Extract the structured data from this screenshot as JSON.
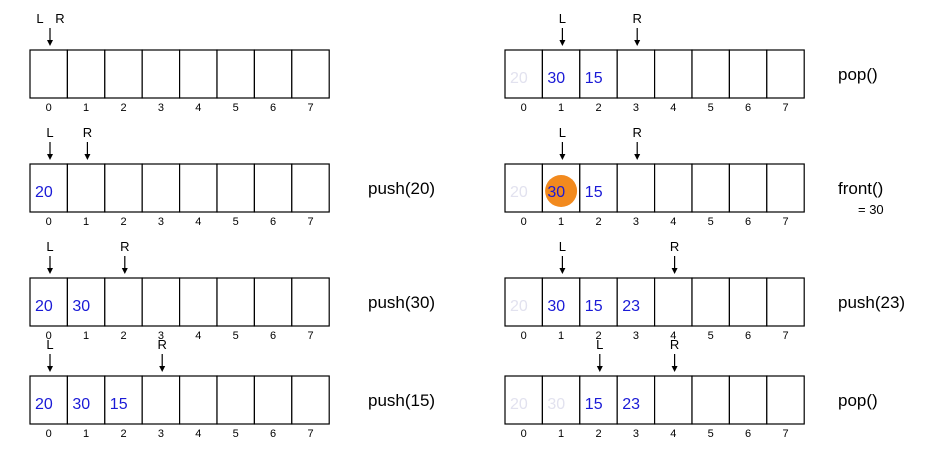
{
  "colors": {
    "value": "#1a1ad6",
    "faded": "#e2e2ef",
    "highlight": "#f28a1e",
    "border": "#000000"
  },
  "indices": [
    "0",
    "1",
    "2",
    "3",
    "4",
    "5",
    "6",
    "7"
  ],
  "pointer_labels": {
    "left": "L",
    "right": "R"
  },
  "states": [
    {
      "operation": "",
      "result": "",
      "L": 0,
      "R": 0,
      "highlight": null,
      "cells": [
        "",
        "",
        "",
        "",
        "",
        "",
        "",
        ""
      ],
      "faded": []
    },
    {
      "operation": "push(20)",
      "result": "",
      "L": 0,
      "R": 1,
      "highlight": null,
      "cells": [
        "20",
        "",
        "",
        "",
        "",
        "",
        "",
        ""
      ],
      "faded": []
    },
    {
      "operation": "push(30)",
      "result": "",
      "L": 0,
      "R": 2,
      "highlight": null,
      "cells": [
        "20",
        "30",
        "",
        "",
        "",
        "",
        "",
        ""
      ],
      "faded": []
    },
    {
      "operation": "push(15)",
      "result": "",
      "L": 0,
      "R": 3,
      "highlight": null,
      "cells": [
        "20",
        "30",
        "15",
        "",
        "",
        "",
        "",
        ""
      ],
      "faded": []
    },
    {
      "operation": "pop()",
      "result": "",
      "L": 1,
      "R": 3,
      "highlight": null,
      "cells": [
        "20",
        "30",
        "15",
        "",
        "",
        "",
        "",
        ""
      ],
      "faded": [
        0
      ]
    },
    {
      "operation": "front()",
      "result": "= 30",
      "L": 1,
      "R": 3,
      "highlight": 1,
      "cells": [
        "20",
        "30",
        "15",
        "",
        "",
        "",
        "",
        ""
      ],
      "faded": [
        0
      ]
    },
    {
      "operation": "push(23)",
      "result": "",
      "L": 1,
      "R": 4,
      "highlight": null,
      "cells": [
        "20",
        "30",
        "15",
        "23",
        "",
        "",
        "",
        ""
      ],
      "faded": [
        0
      ]
    },
    {
      "operation": "pop()",
      "result": "",
      "L": 2,
      "R": 4,
      "highlight": null,
      "cells": [
        "20",
        "30",
        "15",
        "23",
        "",
        "",
        "",
        ""
      ],
      "faded": [
        0,
        1
      ]
    }
  ]
}
